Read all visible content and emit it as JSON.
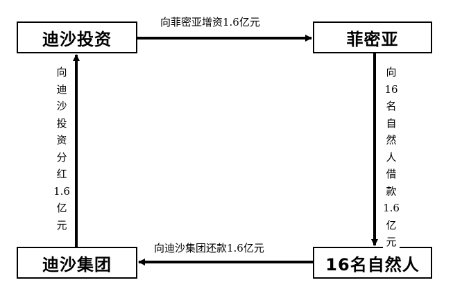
{
  "nodes": {
    "top_left": "迪沙投资",
    "top_right": "菲密亚",
    "bottom_left": "迪沙集团",
    "bottom_right": "16名自然人"
  },
  "edges": {
    "top": "向菲密亚增资1.6亿元",
    "bottom": "向迪沙集团还款1.6亿元",
    "left": [
      "向",
      "迪",
      "沙",
      "投",
      "资",
      "分",
      "红",
      "1.6",
      "亿",
      "元"
    ],
    "right": [
      "向",
      "16",
      "名",
      "自",
      "然",
      "人",
      "借",
      "款",
      "1.6",
      "亿",
      "元"
    ]
  }
}
